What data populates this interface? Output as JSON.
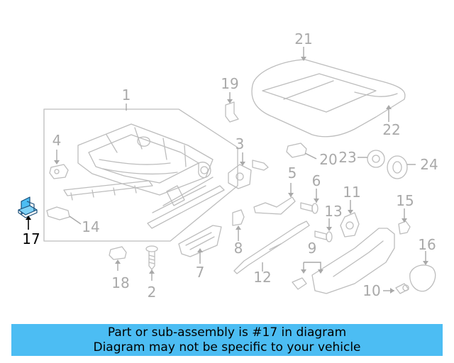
{
  "diagram": {
    "callouts": {
      "c1": "1",
      "c2": "2",
      "c3": "3",
      "c4": "4",
      "c5": "5",
      "c6": "6",
      "c7": "7",
      "c8": "8",
      "c9": "9",
      "c10": "10",
      "c11": "11",
      "c12": "12",
      "c13": "13",
      "c14": "14",
      "c15": "15",
      "c16": "16",
      "c17": "17",
      "c18": "18",
      "c19": "19",
      "c20": "20",
      "c21": "21",
      "c22": "22",
      "c23": "23",
      "c24": "24"
    },
    "highlighted_part": "17",
    "colors": {
      "callout_gray": "#a9a9a9",
      "part_outline": "#bdbdbd",
      "highlight_fill": "#4cbdf3",
      "highlight_text": "#000000",
      "banner_bg": "#4cbdf3"
    }
  },
  "banner": {
    "line1": "Part or sub-assembly is #17 in diagram",
    "line2": "Diagram may not be specific to your vehicle"
  }
}
